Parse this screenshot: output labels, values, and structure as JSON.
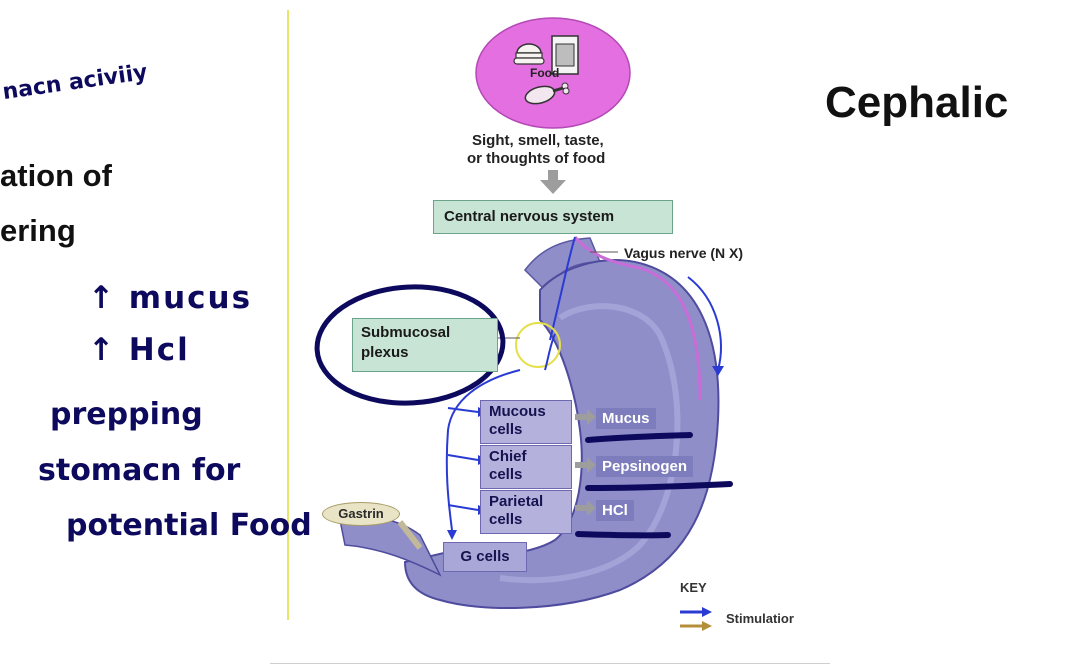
{
  "slide": {
    "title": "Cephalic",
    "left_text_1": "ation of",
    "left_text_2": "ering"
  },
  "handwriting": {
    "top": "nacn aciviiy",
    "line1": "↑ mucus",
    "line2": "↑ Hcl",
    "line3": "prepping",
    "line4": "stomacn for",
    "line5": "potential Food"
  },
  "diagram": {
    "food_label": "Food",
    "trigger_line1": "Sight, smell, taste,",
    "trigger_line2": "or thoughts of food",
    "cns": "Central nervous system",
    "vagus": "Vagus nerve (N X)",
    "submucosal_line1": "Submucosal",
    "submucosal_line2": "plexus",
    "cells": [
      {
        "line1": "Mucous",
        "line2": "cells",
        "product": "Mucus"
      },
      {
        "line1": "Chief",
        "line2": "cells",
        "product": "Pepsinogen"
      },
      {
        "line1": "Parietal",
        "line2": "cells",
        "product": "HCl"
      }
    ],
    "gastrin": "Gastrin",
    "g_cells": "G cells",
    "key_title": "KEY",
    "key_stimulation": "Stimulatior",
    "colors": {
      "food_bubble": "#e36fe0",
      "cns_box": "#c8e4d5",
      "stomach": "#8f8ec9",
      "nerve": "#2a3bd4",
      "ink": "#0d0a5e",
      "divider": "#e8e66a"
    }
  }
}
